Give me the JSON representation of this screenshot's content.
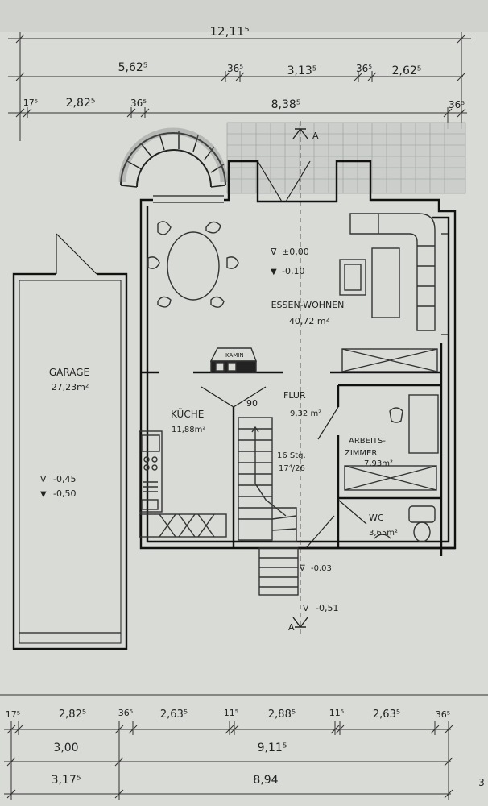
{
  "top_dimensions": {
    "row1": {
      "total": "12,11⁵"
    },
    "row2": {
      "seg1": "5,62⁵",
      "seg2": "36⁵",
      "seg3": "3,13⁵",
      "seg4": "36⁵",
      "seg5": "2,62⁵"
    },
    "row3": {
      "seg1": "17⁵",
      "seg2": "2,82⁵",
      "seg3": "36⁵",
      "seg4": "8,38⁵",
      "seg5": "36⁵"
    }
  },
  "bottom_dimensions": {
    "row1": {
      "seg1": "17⁵",
      "seg2": "2,82⁵",
      "seg3": "36⁵",
      "seg4": "2,63⁵",
      "seg5": "11⁵",
      "seg6": "2,88⁵",
      "seg7": "11⁵",
      "seg8": "2,63⁵",
      "seg9": "36⁵"
    },
    "row2": {
      "seg1": "3,00",
      "seg2": "9,11⁵"
    },
    "row3": {
      "seg1": "3,17⁵",
      "seg2": "8,94"
    },
    "edge_fragment": "3"
  },
  "rooms": {
    "essen_wohnen": {
      "name": "ESSEN-WOHNEN",
      "area": "40,72 m²",
      "level_1": "±0,00",
      "level_2": "-0,10"
    },
    "garage": {
      "name": "GARAGE",
      "area": "27,23m²",
      "level_1": "-0,45",
      "level_2": "-0,50"
    },
    "kueche": {
      "name": "KÜCHE",
      "area": "11,88m²"
    },
    "flur": {
      "name": "FLUR",
      "area": "9,32 m²"
    },
    "arbeitszimmer": {
      "name_line1": "ARBEITS-",
      "name_line2": "ZIMMER",
      "area": "7,93m²"
    },
    "wc": {
      "name": "WC",
      "area": "3,65m²"
    }
  },
  "annotations": {
    "kamin": "KAMIN",
    "door_width": "90",
    "stairs_line1": "16 Stg.",
    "stairs_line2": "17⁴/26",
    "entry_level": "-0,03",
    "outside_level": "-0,51",
    "section_letter_top": "A",
    "section_letter_bottom": "A"
  },
  "level_marker_open": "∇",
  "level_marker_filled": "▼"
}
